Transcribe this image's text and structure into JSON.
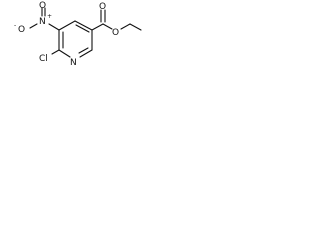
{
  "structure": {
    "atoms": {
      "nitro_n": "N",
      "nitro_n_charge": "+",
      "nitro_o_top": "O",
      "nitro_o_left": "O",
      "nitro_o_left_charge": "-",
      "ring_n": "N",
      "chloro": "Cl",
      "ester_o_carbonyl": "O",
      "ester_o_ether": "O"
    }
  }
}
